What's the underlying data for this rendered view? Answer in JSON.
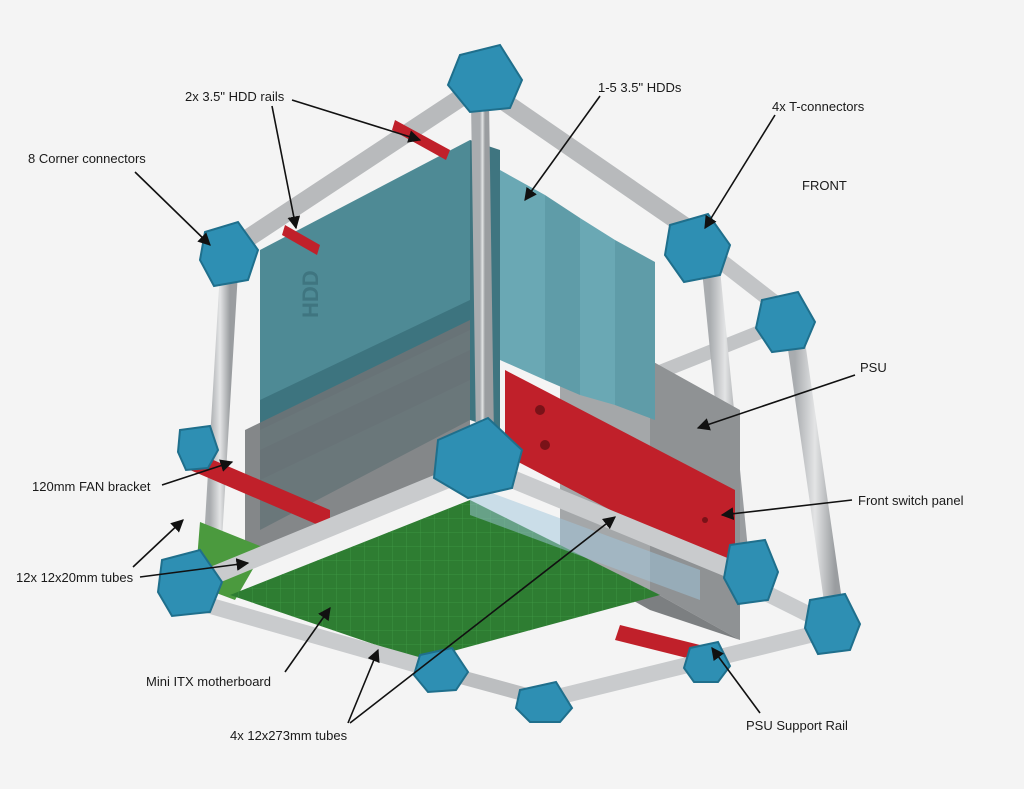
{
  "colors": {
    "background": "#f4f4f4",
    "tube": "#c9cbcd",
    "connector": "#2e8fb3",
    "hdd_face": "#5f9ca8",
    "hdd_top": "#7bb5c0",
    "red_part": "#c0202a",
    "motherboard": "#2e7d32",
    "psu": "#8f9294"
  },
  "annotations": {
    "hdd_rails": "2x 3.5\" HDD rails",
    "hdds": "1-5 3.5\" HDDs",
    "t_connectors": "4x T-connectors",
    "front": "FRONT",
    "corner_connectors": "8 Corner connectors",
    "psu": "PSU",
    "fan_bracket": "120mm FAN bracket",
    "front_switch_panel": "Front switch panel",
    "short_tubes": "12x 12x20mm tubes",
    "motherboard": "Mini ITX motherboard",
    "long_tubes": "4x 12x273mm tubes",
    "psu_rail": "PSU Support Rail"
  },
  "hdd_stamp": "HDD"
}
